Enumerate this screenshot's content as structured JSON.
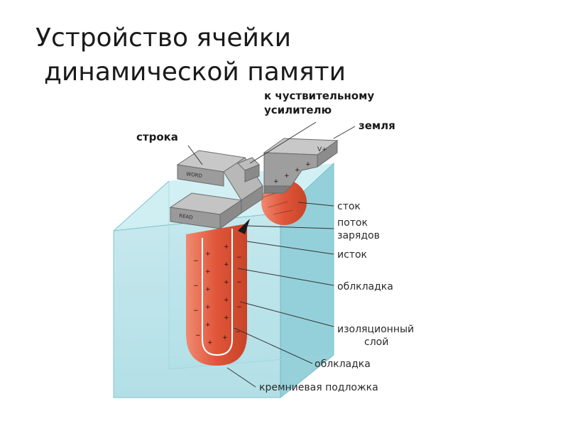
{
  "title": {
    "line1": "Устройство ячейки",
    "line2": "динамической памяти"
  },
  "diagram": {
    "labels": {
      "sense_amp_line1": "к чуствительному",
      "sense_amp_line2": "усилителю",
      "ground": "земля",
      "row": "строка",
      "drain": "сток",
      "charge_flow_line1": "поток",
      "charge_flow_line2": "зарядов",
      "source": "исток",
      "plate_top": "облкладка",
      "insulator_line1": "изоляционный",
      "insulator_line2": "слой",
      "plate_bottom": "облкладка",
      "substrate": "кремниевая подложка"
    },
    "part_marks": {
      "word": "WORD",
      "read": "READ",
      "vplus": "V+"
    },
    "colors": {
      "substrate": "#9fd8e0",
      "capacitor": "#e0553a",
      "metal": "#a8a8a8"
    }
  }
}
